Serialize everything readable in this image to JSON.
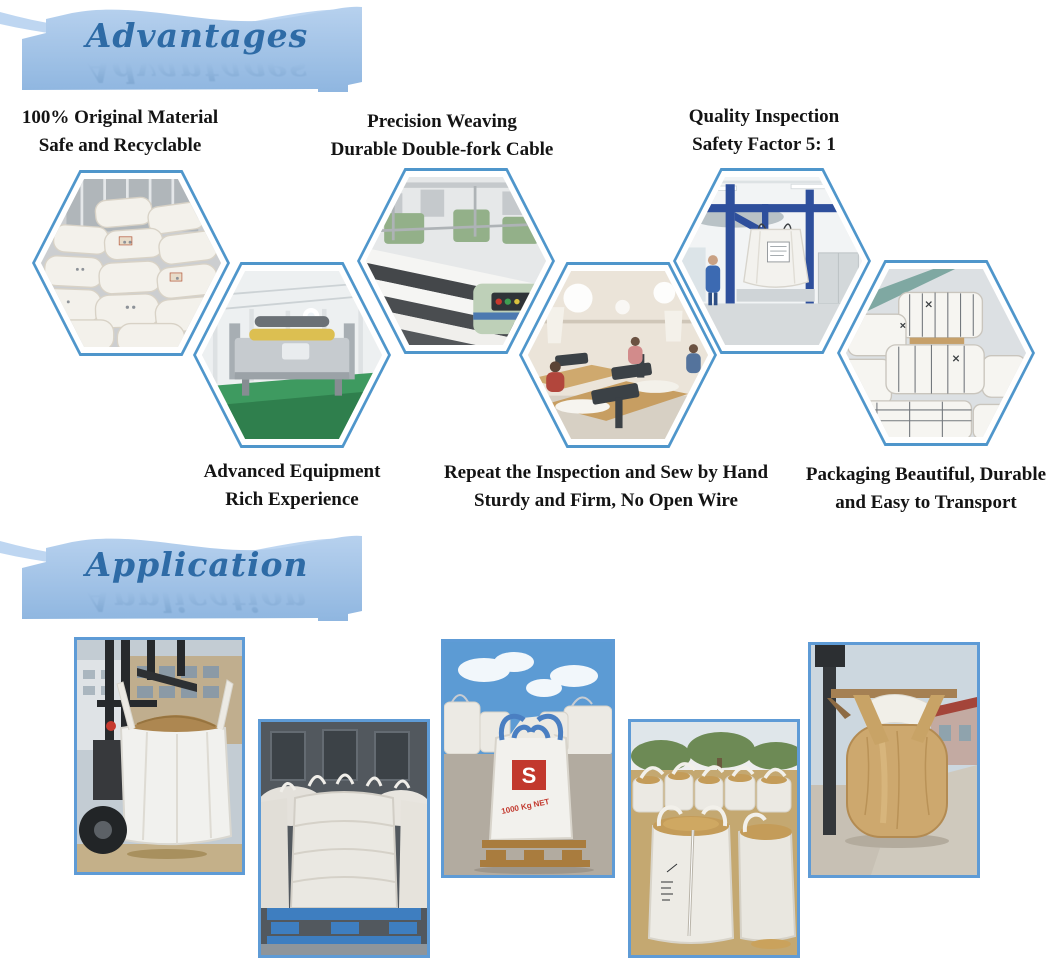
{
  "colors": {
    "banner_fill": "#aac9ea",
    "banner_fill_dark": "#8fb6e0",
    "banner_title_blue": "#2e6ba6",
    "hex_border_blue": "#4f96cb",
    "photo_border_blue": "#5e9bd6",
    "caption_text": "#141414"
  },
  "advantages": {
    "title": "Advantages",
    "captions_top": [
      {
        "line1": "100% Original Material",
        "line2": "Safe and Recyclable"
      },
      {
        "line1": "Precision Weaving",
        "line2": "Durable Double-fork Cable"
      },
      {
        "line1": "Quality Inspection",
        "line2": "Safety Factor 5: 1"
      }
    ],
    "captions_bottom": [
      {
        "line1": "Advanced Equipment",
        "line2": "Rich Experience"
      },
      {
        "line1": "Repeat the Inspection and Sew by Hand",
        "line2": "Sturdy and Firm, No Open Wire"
      },
      {
        "line1": "Packaging Beautiful, Durable",
        "line2": "and Easy to Transport"
      }
    ],
    "hexagons": [
      {
        "desc": "Stacked white bags of 100% original resin raw material in warehouse"
      },
      {
        "desc": "Advanced extrusion equipment line in factory hall with green floor"
      },
      {
        "desc": "Circular weaving looms with rolls of woven black and white fabric"
      },
      {
        "desc": "Workers sewing bulk bags at rows of sewing machines in workshop"
      },
      {
        "desc": "Filled bulk bag hanging on blue steel frame for quality inspection"
      },
      {
        "desc": "Compressed white bales of packaged bags stacked for transport"
      }
    ]
  },
  "application": {
    "title": "Application",
    "photos": [
      {
        "desc": "Forklift carrying an open-top bulk bag filled with sand"
      },
      {
        "desc": "White bulk bags stacked on blue pallets outside building"
      },
      {
        "desc": "Bulk bag with red S logo and blue loops standing on wooden pallet",
        "logo": "S",
        "label": "1000 Kg NET"
      },
      {
        "desc": "Open bulk bags filled with grain standing outdoors"
      },
      {
        "desc": "Beige circular bulk bag hanging from a wooden rack"
      }
    ]
  }
}
